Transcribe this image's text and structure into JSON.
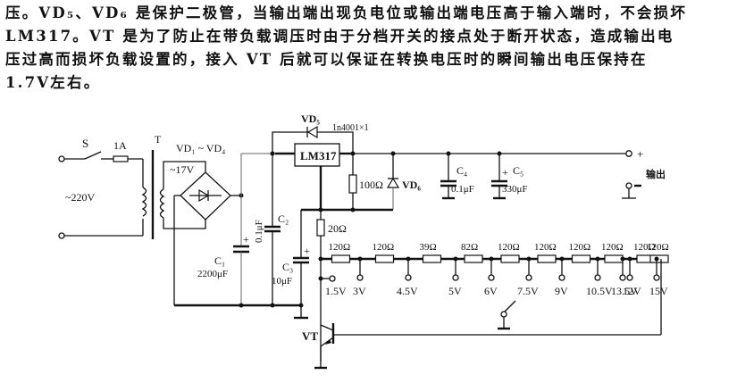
{
  "text": {
    "lines": [
      "压。VD₅、VD₆ 是保护二极管，当输出端出现负电位或输出端电压高于输入端时，不会损坏",
      "LM317。VT 是为了防止在带负载调压时由于分档开关的接点处于断开状态，造成输出电",
      "压过高而损坏负载设置的，接入 VT 后就可以保证在转换电压时的瞬间输出电压保持在",
      "1.7V左右。"
    ]
  },
  "circuit": {
    "switch_label": "S",
    "fuse_label": "1A",
    "transformer_label": "T",
    "mains_label": "~220V",
    "secondary_label": "~17V",
    "bridge_label": "VD₁ ~ VD₄",
    "regulator_label": "LM317",
    "vd5_label": "VD₅",
    "vd5_part": "1n4001×1",
    "r_adj_top": "100Ω",
    "vd6_label": "VD₆",
    "r_20": "20Ω",
    "c1": {
      "name": "C₁",
      "value": "2200μF"
    },
    "c2": {
      "name": "C₂",
      "value": "0.1μF"
    },
    "c3": {
      "name": "C₃",
      "value": "10μF"
    },
    "c4": {
      "name": "C₄",
      "value": "0.1μF"
    },
    "c5": {
      "name": "C₅",
      "value": "330μF"
    },
    "output_label": "输出",
    "output_plus": "+",
    "output_minus": "−",
    "plus_sign": "+",
    "transistor_label": "VT",
    "ladder_resistors": [
      "120Ω",
      "120Ω",
      "39Ω",
      "82Ω",
      "120Ω",
      "120Ω",
      "120Ω",
      "120Ω",
      "120Ω",
      "120Ω"
    ],
    "taps": [
      "1.5V",
      "3V",
      "4.5V",
      "5V",
      "6V",
      "7.5V",
      "9V",
      "10.5V",
      "12V",
      "13.5V",
      "15V"
    ]
  }
}
